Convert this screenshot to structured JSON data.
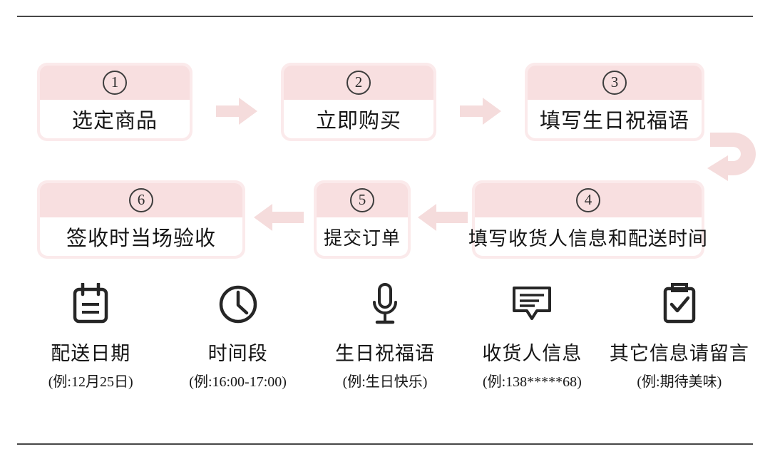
{
  "theme": {
    "pink_frame": "#FBEAEB",
    "pink_header": "#F8DFE0",
    "arrow_pink": "#F5DCDC",
    "divider": "#474747",
    "text": "#141414"
  },
  "flow": {
    "steps": [
      {
        "number": "①",
        "num_text": "1",
        "label": "选定商品"
      },
      {
        "number": "②",
        "num_text": "2",
        "label": "立即购买"
      },
      {
        "number": "③",
        "num_text": "3",
        "label": "填写生日祝福语"
      },
      {
        "number": "④",
        "num_text": "4",
        "label": "填写收货人信息和配送时间"
      },
      {
        "number": "⑤",
        "num_text": "5",
        "label": "提交订单"
      },
      {
        "number": "⑥",
        "num_text": "6",
        "label": "签收时当场验收"
      }
    ],
    "arrows": [
      {
        "name": "arrow-step1-to-step2",
        "direction": "right"
      },
      {
        "name": "arrow-step2-to-step3",
        "direction": "right"
      },
      {
        "name": "arrow-step3-to-step4",
        "direction": "u-turn-down-left"
      },
      {
        "name": "arrow-step4-to-step5",
        "direction": "left"
      },
      {
        "name": "arrow-step5-to-step6",
        "direction": "left"
      }
    ]
  },
  "features": [
    {
      "icon": "calendar-icon",
      "label": "配送日期",
      "example": "(例:12月25日)"
    },
    {
      "icon": "clock-icon",
      "label": "时间段",
      "example": "(例:16:00-17:00)"
    },
    {
      "icon": "microphone-icon",
      "label": "生日祝福语",
      "example": "(例:生日快乐)"
    },
    {
      "icon": "message-form-icon",
      "label": "收货人信息",
      "example": "(例:138*****68)"
    },
    {
      "icon": "clipboard-check-icon",
      "label": "其它信息请留言",
      "example": "(例:期待美味)"
    }
  ]
}
